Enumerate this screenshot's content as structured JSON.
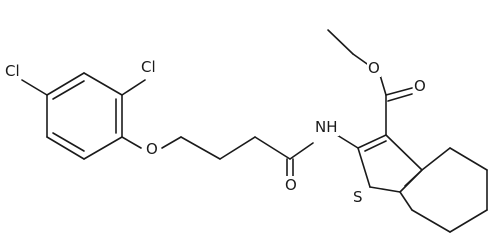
{
  "diagram": {
    "type": "chemical-structure",
    "atoms": {
      "cl_top": "Cl",
      "cl_left": "Cl",
      "ether_o": "O",
      "amide_o": "O",
      "amide_nh": "NH",
      "ester_o_single": "O",
      "ester_o_double": "O",
      "thiophene_s": "S"
    }
  }
}
